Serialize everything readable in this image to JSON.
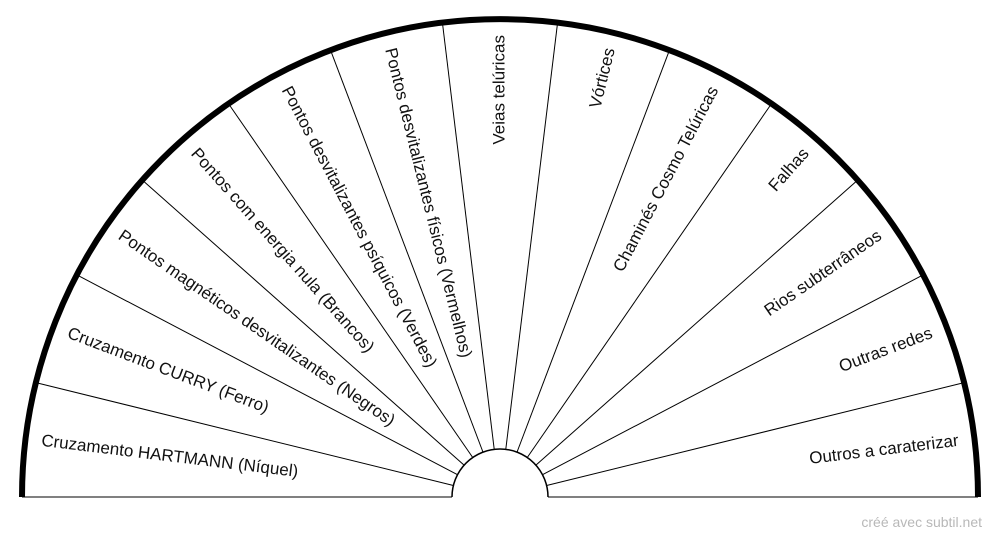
{
  "chart_data": {
    "type": "semicircle-sector-chart",
    "sectors": [
      "Cruzamento HARTMANN (Níquel)",
      "Cruzamento CURRY (Ferro)",
      "Pontos magnéticos desvitalizantes (Negros)",
      "Pontos com energia nula (Brancos)",
      "Pontos desvitalizantes psíquicos (Verdes)",
      "Pontos desvitalizantes físicos (Vermelhos)",
      "Veias telúricas",
      "Vórtices",
      "Chaminés Cosmo Telúricas",
      "Falhas",
      "Rios subterrâneos",
      "Outras redes",
      "Outros a caraterizar"
    ]
  },
  "footer": {
    "credit": "créé avec subtil.net"
  }
}
